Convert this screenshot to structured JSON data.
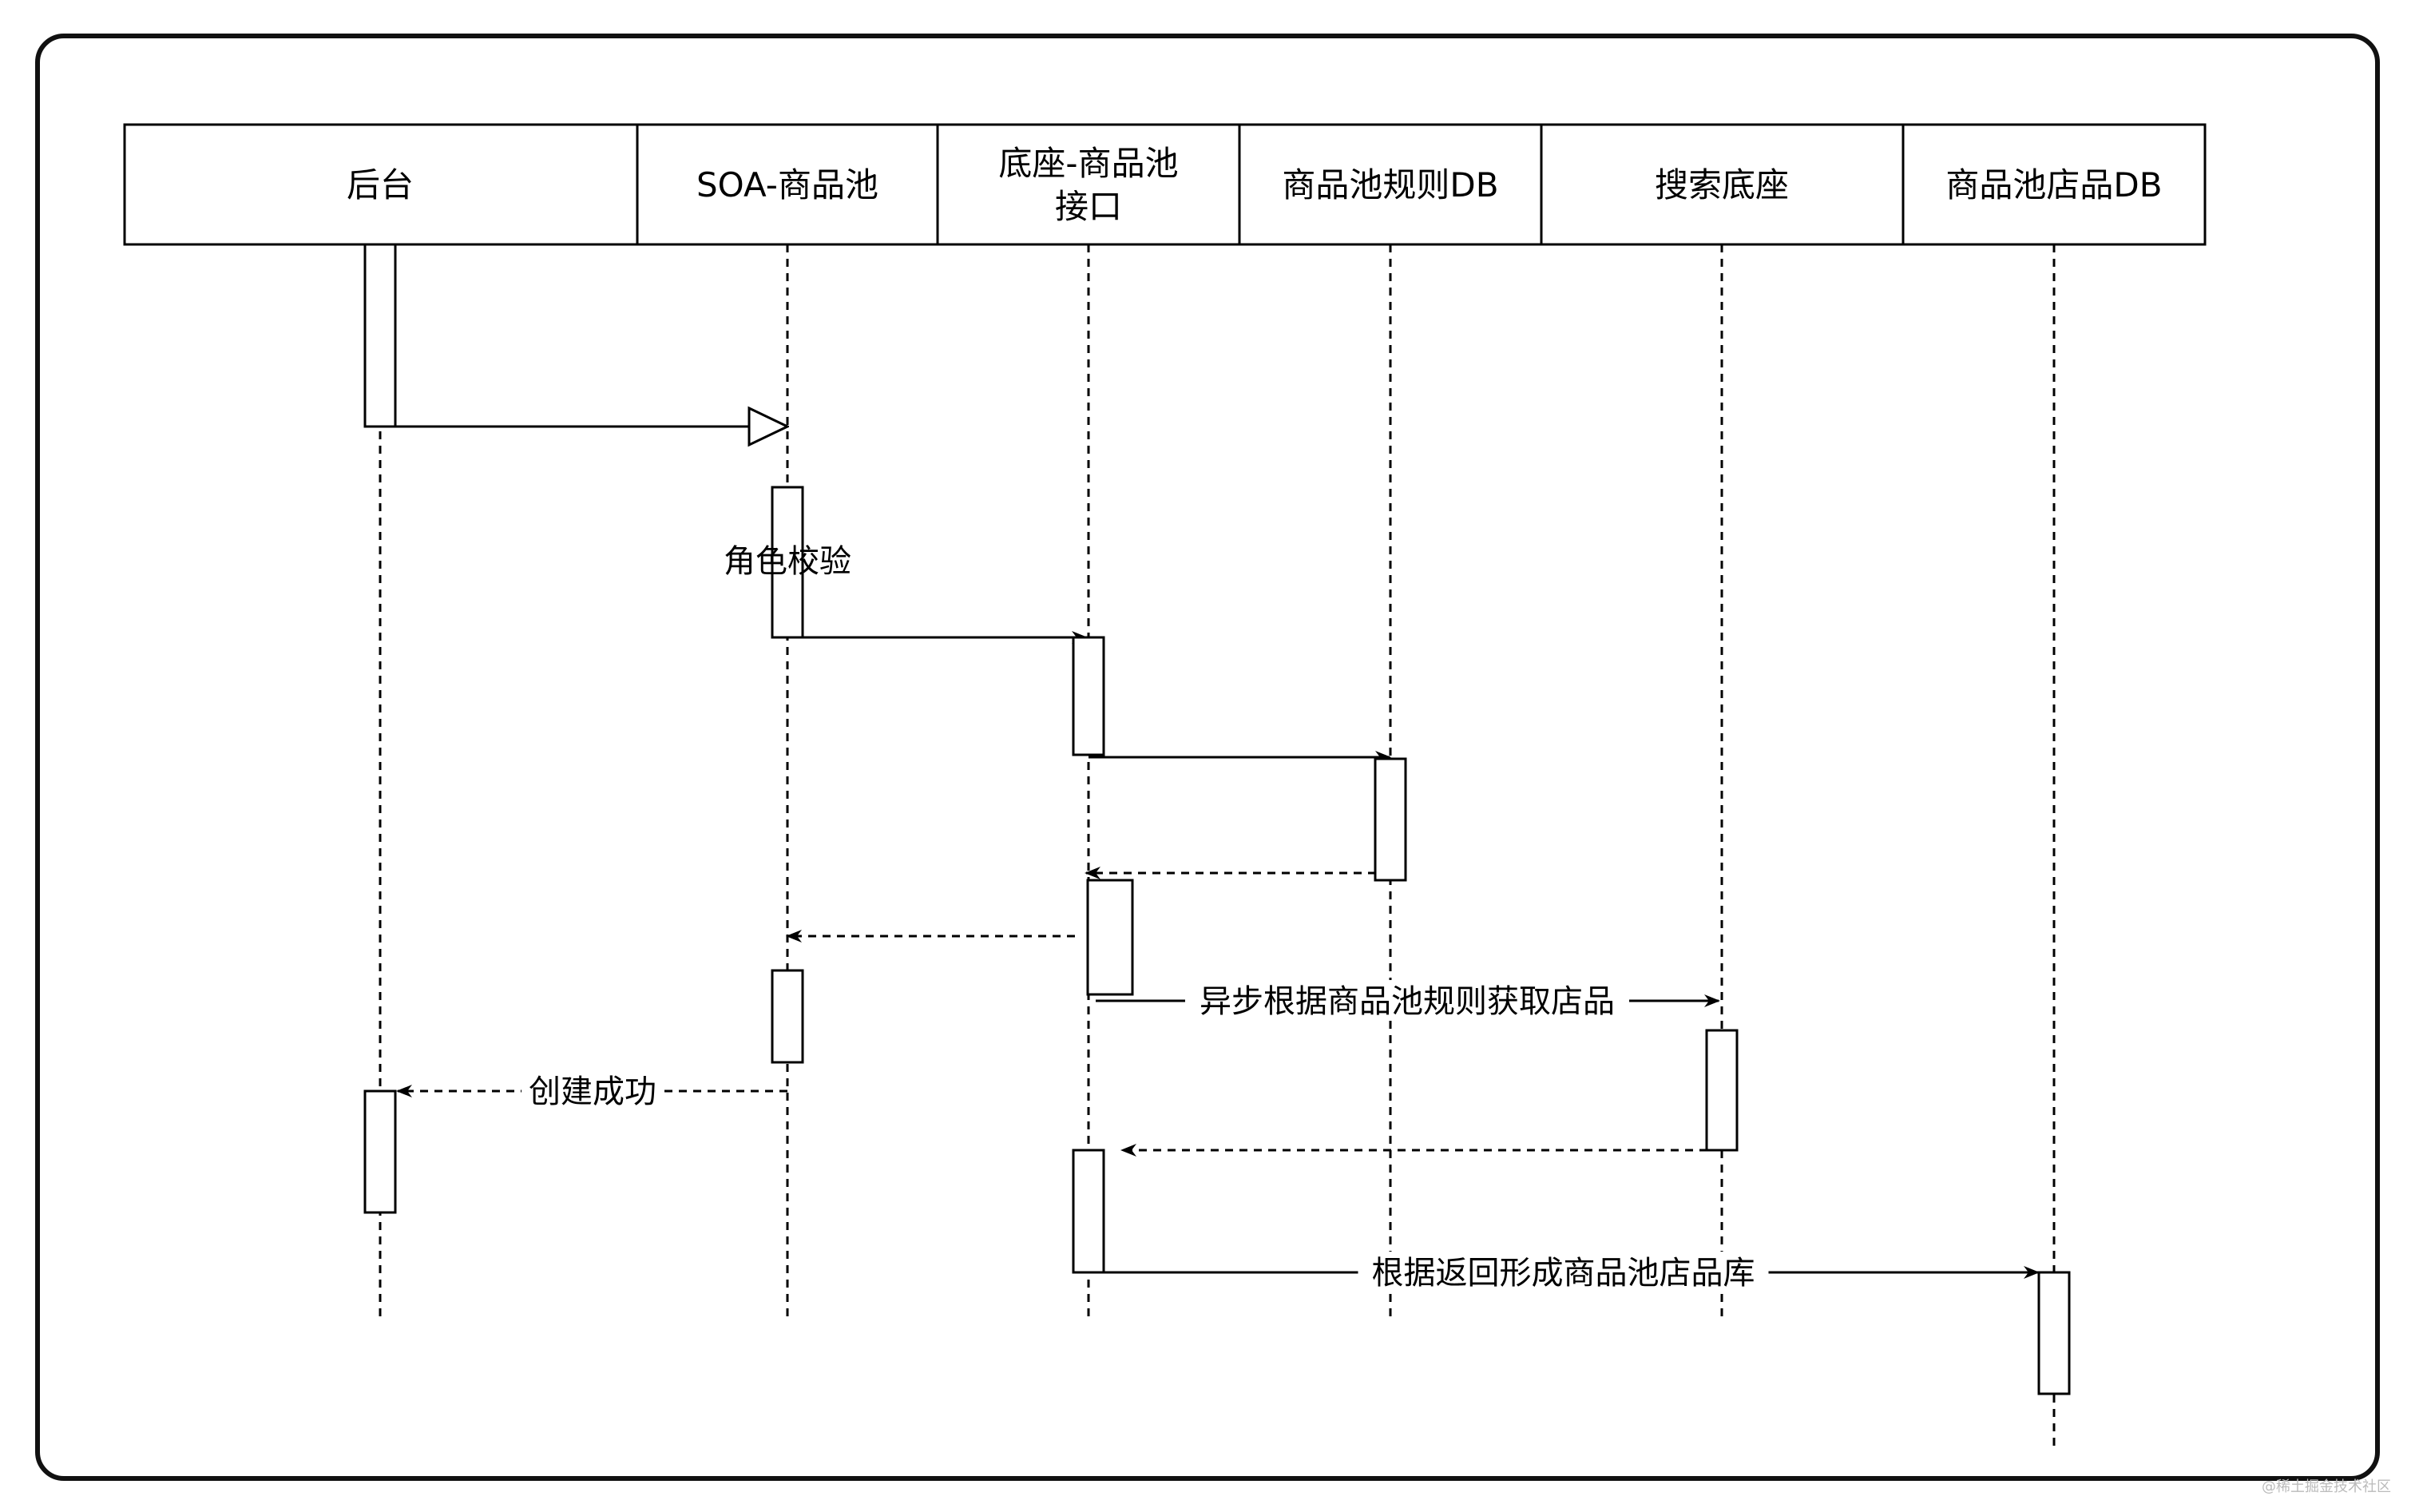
{
  "participants": [
    {
      "id": "backend",
      "label": [
        "后台"
      ]
    },
    {
      "id": "soa_pool",
      "label": [
        "SOA-商品池"
      ]
    },
    {
      "id": "base_pool_api",
      "label": [
        "底座-商品池",
        "接口"
      ]
    },
    {
      "id": "pool_rule_db",
      "label": [
        "商品池规则DB"
      ]
    },
    {
      "id": "search_base",
      "label": [
        "搜索底座"
      ]
    },
    {
      "id": "pool_store_db",
      "label": [
        "商品池店品DB"
      ]
    }
  ],
  "notes": {
    "role_check": "角色校验"
  },
  "messages": [
    {
      "id": "call-soa",
      "from": "backend",
      "to": "soa_pool",
      "style": "solid",
      "arrow": "open-triangle",
      "label": ""
    },
    {
      "id": "call-base-api",
      "from": "soa_pool",
      "to": "base_pool_api",
      "style": "solid",
      "arrow": "filled",
      "label": ""
    },
    {
      "id": "call-rule-db",
      "from": "base_pool_api",
      "to": "pool_rule_db",
      "style": "solid",
      "arrow": "filled",
      "label": ""
    },
    {
      "id": "return-rule-db",
      "from": "pool_rule_db",
      "to": "base_pool_api",
      "style": "dashed",
      "arrow": "filled",
      "label": ""
    },
    {
      "id": "return-base-api",
      "from": "base_pool_api",
      "to": "soa_pool",
      "style": "dashed",
      "arrow": "filled",
      "label": ""
    },
    {
      "id": "async-search",
      "from": "base_pool_api",
      "to": "search_base",
      "style": "solid",
      "arrow": "filled",
      "label": "异步根据商品池规则获取店品"
    },
    {
      "id": "create-success",
      "from": "soa_pool",
      "to": "backend",
      "style": "dashed",
      "arrow": "filled",
      "label": "创建成功"
    },
    {
      "id": "return-search",
      "from": "search_base",
      "to": "base_pool_api",
      "style": "dashed",
      "arrow": "filled",
      "label": ""
    },
    {
      "id": "build-store-lib",
      "from": "base_pool_api",
      "to": "pool_store_db",
      "style": "solid",
      "arrow": "filled",
      "label": "根据返回形成商品池店品库"
    }
  ],
  "watermark": "@稀土掘金技术社区",
  "colors": {
    "line": "#000000",
    "background": "#ffffff",
    "frame": "#111111"
  }
}
